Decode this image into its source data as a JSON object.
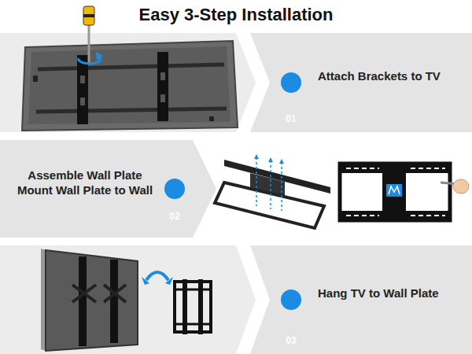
{
  "diagram": {
    "title": "Easy 3-Step Installation",
    "nodes": [
      {
        "text": [
          "Attach Brackets to TV"
        ]
      },
      {
        "text": [
          "01"
        ],
        "in": 0
      },
      {
        "text": [
          "Assemble Wall Plate Mount Wall Plate to Wall"
        ]
      },
      {
        "text": [
          "02"
        ],
        "in": 2
      },
      {
        "text": [
          "Hang TV to Wall Plate"
        ]
      },
      {
        "text": [
          "03"
        ],
        "in": 4
      }
    ]
  }
}
